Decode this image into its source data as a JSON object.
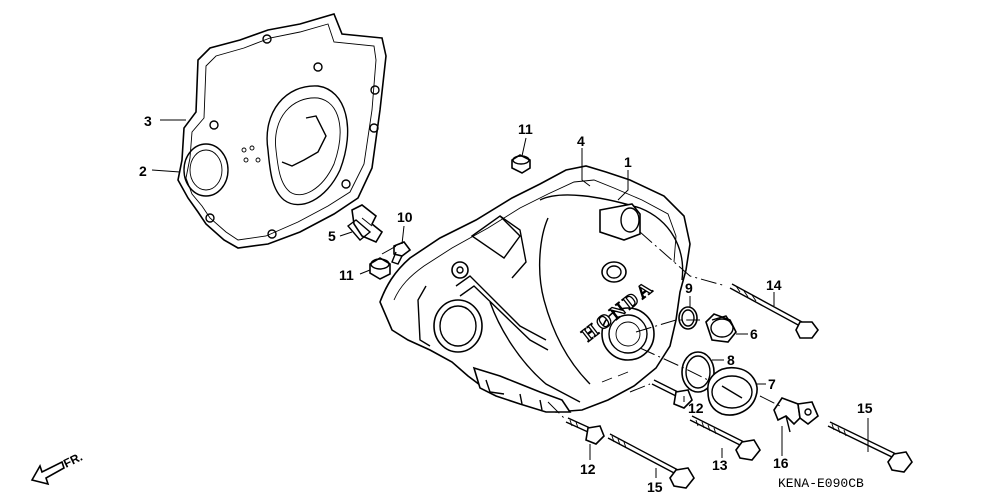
{
  "diagram": {
    "callouts": [
      {
        "id": "c3",
        "label": "3"
      },
      {
        "id": "c2",
        "label": "2"
      },
      {
        "id": "c11a",
        "label": "11"
      },
      {
        "id": "c4",
        "label": "4"
      },
      {
        "id": "c1",
        "label": "1"
      },
      {
        "id": "c10",
        "label": "10"
      },
      {
        "id": "c5",
        "label": "5"
      },
      {
        "id": "c11b",
        "label": "11"
      },
      {
        "id": "c9",
        "label": "9"
      },
      {
        "id": "c14",
        "label": "14"
      },
      {
        "id": "c6",
        "label": "6"
      },
      {
        "id": "c8",
        "label": "8"
      },
      {
        "id": "c7",
        "label": "7"
      },
      {
        "id": "c12a",
        "label": "12"
      },
      {
        "id": "c15a",
        "label": "15"
      },
      {
        "id": "c12b",
        "label": "12"
      },
      {
        "id": "c13",
        "label": "13"
      },
      {
        "id": "c16",
        "label": "16"
      },
      {
        "id": "c15b",
        "label": "15"
      }
    ],
    "cover_brand": "HONDA",
    "direction_label": "FR.",
    "diagram_code": "KENA-E090CB"
  }
}
